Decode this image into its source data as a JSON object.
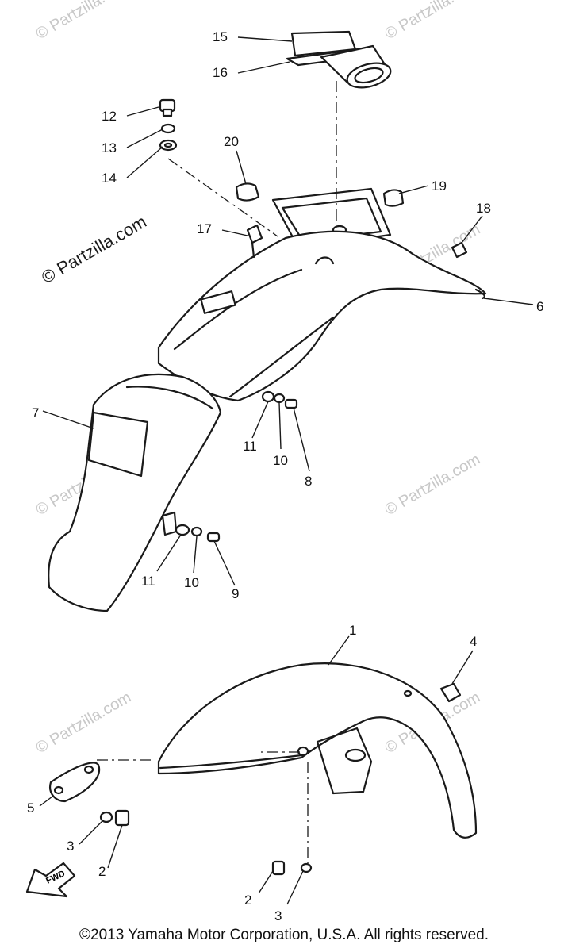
{
  "watermarks": {
    "main": "© Partzilla.com",
    "faint": "© Partzilla.com"
  },
  "callouts": [
    "1",
    "2",
    "3",
    "4",
    "5",
    "6",
    "7",
    "8",
    "9",
    "10",
    "11",
    "12",
    "13",
    "14",
    "15",
    "16",
    "17",
    "18",
    "19",
    "20"
  ],
  "labels": {
    "l1": "1",
    "l2a": "2",
    "l2b": "2",
    "l3a": "3",
    "l3b": "3",
    "l4": "4",
    "l5": "5",
    "l6": "6",
    "l7": "7",
    "l8": "8",
    "l9": "9",
    "l10a": "10",
    "l10b": "10",
    "l11a": "11",
    "l11b": "11",
    "l12": "12",
    "l13": "13",
    "l14": "14",
    "l15": "15",
    "l16": "16",
    "l17": "17",
    "l18": "18",
    "l19": "19",
    "l20": "20"
  },
  "fwd_label": "FWD",
  "copyright": "©2013  Yamaha Motor Corporation, U.S.A. All rights reserved."
}
